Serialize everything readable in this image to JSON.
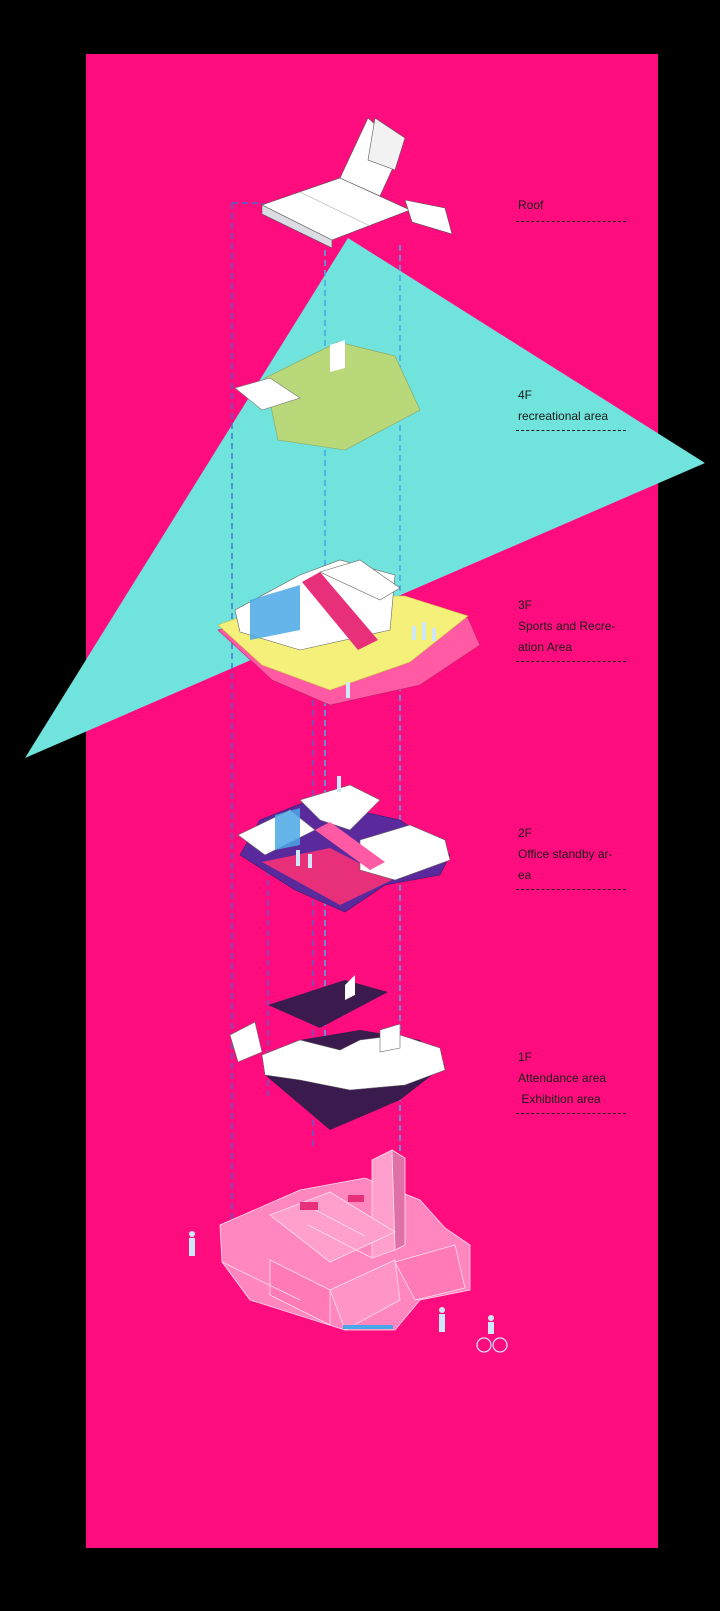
{
  "colors": {
    "background": "#000000",
    "panel": "#ff0d7e",
    "cone": "#6fe3dc",
    "floor_green": "#b9d87a",
    "floor_yellow": "#f4f07a",
    "floor_dark": "#3b1a4e",
    "floor_purple": "#5a2a9c",
    "wall": "#ffffff",
    "accent_blue": "#4aa8e8",
    "base_pink": "#ff86bf"
  },
  "labels": [
    {
      "id": "roof",
      "lines": [
        "Roof"
      ]
    },
    {
      "id": "4f",
      "lines": [
        "4F",
        "recreational area"
      ]
    },
    {
      "id": "3f",
      "lines": [
        "3F",
        "Sports and Recre-",
        "ation Area"
      ]
    },
    {
      "id": "2f",
      "lines": [
        "2F",
        "Office standby ar-",
        "ea"
      ]
    },
    {
      "id": "1f",
      "lines": [
        "1F",
        "Attendance area",
        " Exhibition area"
      ]
    }
  ]
}
